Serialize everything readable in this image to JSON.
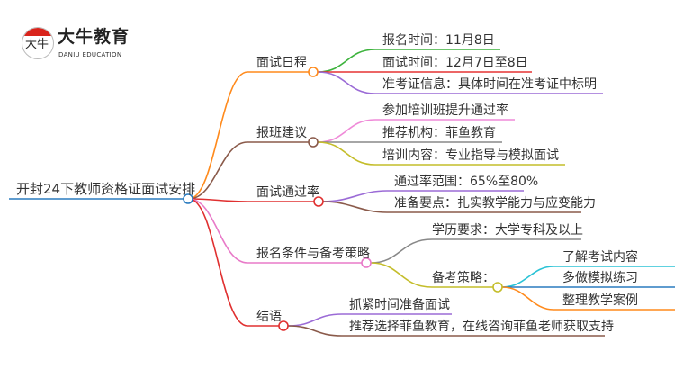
{
  "logo": {
    "glyph": "大牛",
    "name_cn": "大牛教育",
    "name_en": "DANIU EDUCATION"
  },
  "root": "开封24下教师资格证面试安排",
  "branches": [
    {
      "label": "面试日程",
      "children": [
        "报名时间：11月8日",
        "面试时间：12月7日至8日",
        "准考证信息：具体时间在准考证中标明"
      ]
    },
    {
      "label": "报班建议",
      "children": [
        "参加培训班提升通过率",
        "推荐机构：菲鱼教育",
        "培训内容：专业指导与模拟面试"
      ]
    },
    {
      "label": "面试通过率",
      "children": [
        "通过率范围：65%至80%",
        "准备要点：扎实教学能力与应变能力"
      ]
    },
    {
      "label": "报名条件与备考策略",
      "children": [
        "学历要求：大学专科及以上",
        {
          "label": "备考策略：",
          "children": [
            "了解考试内容",
            "多做模拟练习",
            "整理教学案例"
          ]
        }
      ]
    },
    {
      "label": "结语",
      "children": [
        "抓紧时间准备面试",
        "推荐选择菲鱼教育，在线咨询菲鱼老师获取支持"
      ]
    }
  ]
}
